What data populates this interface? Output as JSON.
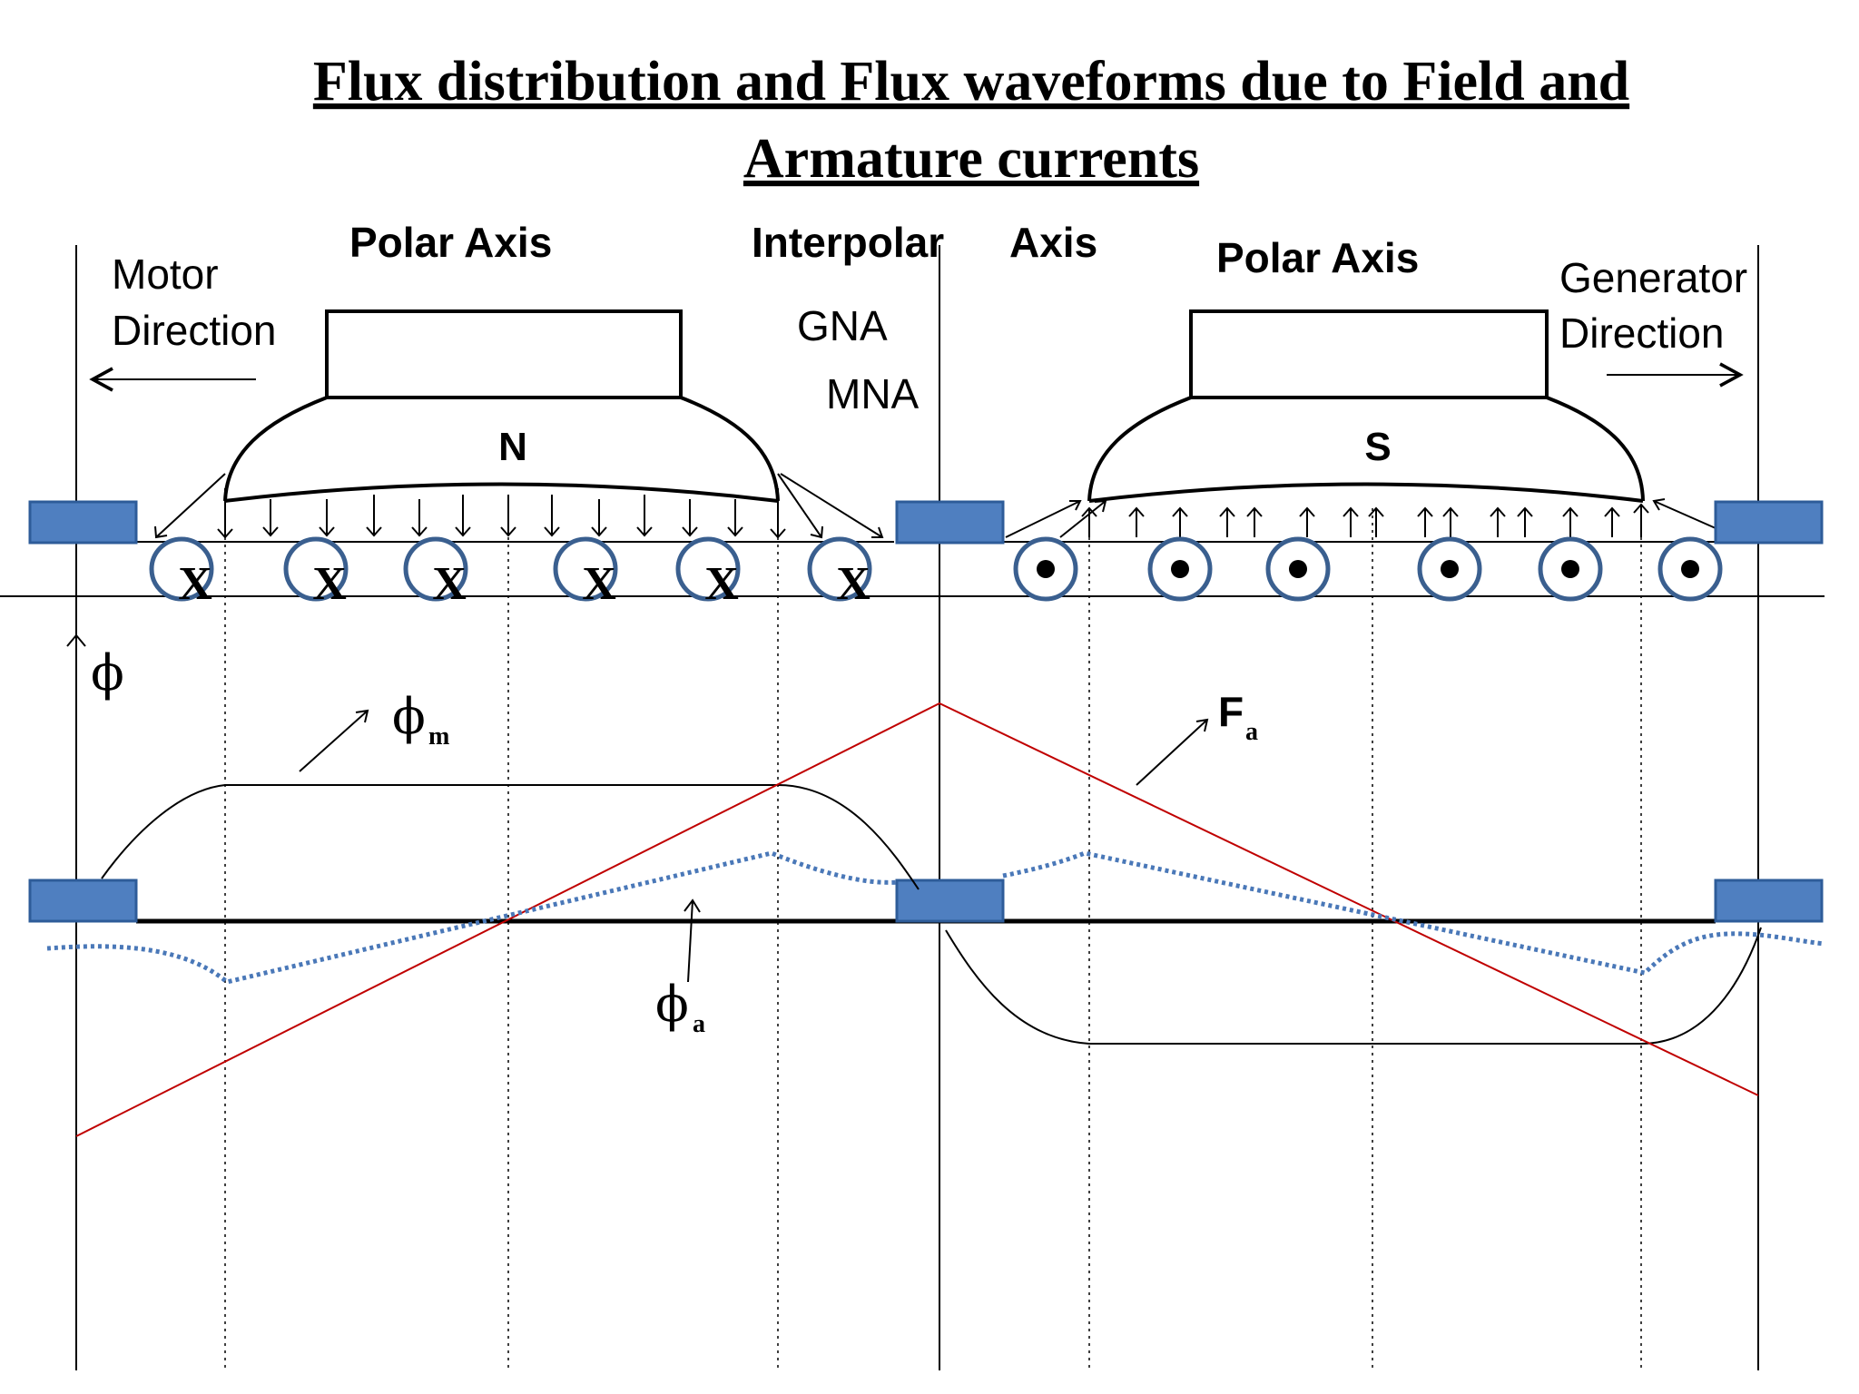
{
  "title": {
    "line1": "Flux distribution and Flux waveforms due to Field and",
    "line2": "Armature currents"
  },
  "labels": {
    "polar_axis_left": "Polar Axis",
    "interpolar": "Interpolar",
    "axis": "Axis",
    "polar_axis_right": "Polar Axis",
    "motor_1": "Motor",
    "motor_2": "Direction",
    "generator_1": "Generator",
    "generator_2": "Direction",
    "gna": "GNA",
    "mna": "MNA",
    "pole_n": "N",
    "pole_s": "S",
    "phi": "ϕ",
    "phi_m": "ϕ",
    "phi_m_sub": "m",
    "phi_a": "ϕ",
    "phi_a_sub": "a",
    "fa": "F",
    "fa_sub": "a"
  },
  "conductors": {
    "north_mark": "X",
    "south_mark": "•"
  },
  "colors": {
    "line": "#000000",
    "teeth": "#4f7fc0",
    "teeth_border": "#2e5c99",
    "conductor_ring": "#3a5f8f",
    "mmf_line": "#c00000",
    "armature_flux": "#4a78b8"
  }
}
